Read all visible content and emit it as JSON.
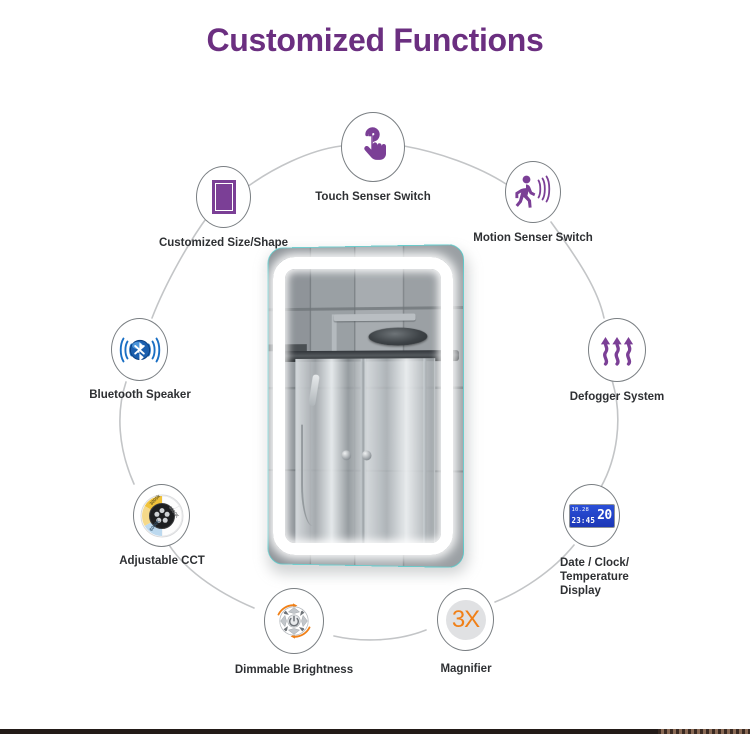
{
  "header": {
    "title": "Customized Functions",
    "title_color": "#6b2f80"
  },
  "center_product": {
    "name": "LED Bathroom Mirror",
    "edge_color": "#5fc8c8",
    "led_color": "#ffffff"
  },
  "features": [
    {
      "id": "touch-sensor-switch",
      "label": "Touch Senser Switch",
      "icon": "touch-hand-icon",
      "icon_color": "#7b3f96"
    },
    {
      "id": "customized-size-shape",
      "label": "Customized Size/Shape",
      "icon": "rectangle-frame-icon",
      "icon_color": "#7b3f96"
    },
    {
      "id": "motion-sensor-switch",
      "label": "Motion Senser Switch",
      "icon": "walking-person-icon",
      "icon_color": "#7b3f96"
    },
    {
      "id": "bluetooth-speaker",
      "label": "Bluetooth Speaker",
      "icon": "bluetooth-speaker-icon",
      "icon_color": "#1a6fc4"
    },
    {
      "id": "defogger-system",
      "label": "Defogger System",
      "icon": "heat-waves-icon",
      "icon_color": "#7b3f96"
    },
    {
      "id": "adjustable-cct",
      "label": "Adjustable CCT",
      "icon": "color-temperature-ring-icon",
      "icon_color": "#e8b93c"
    },
    {
      "id": "date-clock-temperature",
      "label": "Date / Clock/\nTemperature\nDisplay",
      "icon": "lcd-display-icon",
      "icon_color": "#2a4fd8"
    },
    {
      "id": "dimmable-brightness",
      "label": "Dimmable Brightness",
      "icon": "dimmer-wheel-icon",
      "icon_color": "#f08018"
    },
    {
      "id": "magnifier",
      "label": "Magnifier",
      "icon": "magnifier-3x-icon",
      "icon_color": "#f08018"
    }
  ],
  "cct_ring": {
    "segments": [
      {
        "label": "3000k",
        "color": "#f0c23a"
      },
      {
        "label": "4000K",
        "color": "#fdfdfd"
      },
      {
        "label": "6000K",
        "color": "#bcd9ef"
      }
    ]
  },
  "magnifier_icon": {
    "value": "3X"
  },
  "lcd_display": {
    "date": "10.28",
    "time": "23:45",
    "temperature": "20",
    "unit": "°"
  }
}
